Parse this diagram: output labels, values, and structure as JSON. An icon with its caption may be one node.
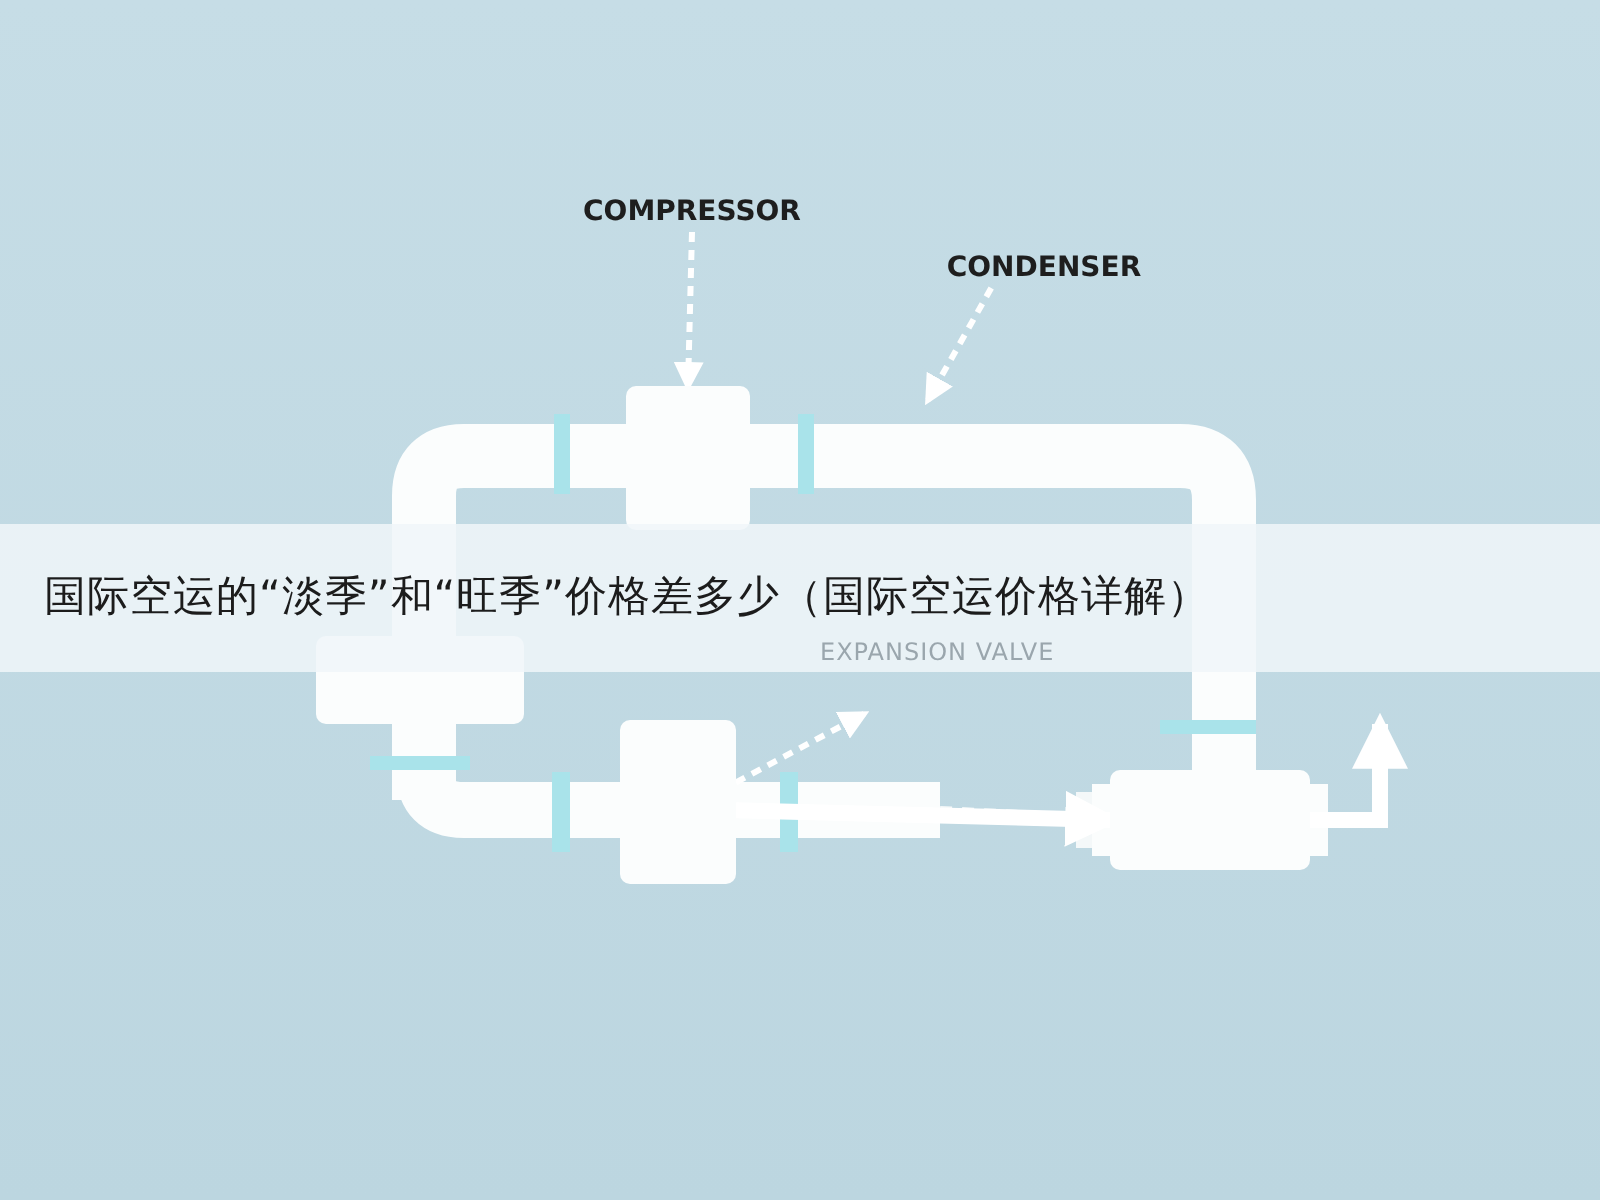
{
  "diagram": {
    "title": "国际空运的“淡季”和“旺季”价格差多少（国际空运价格详解）",
    "nodes": [
      {
        "text": [
          "COMPRESSOR"
        ]
      },
      {
        "text": [],
        "shape": "box"
      },
      {
        "text": [
          "CONDENSER"
        ]
      },
      {
        "text": [],
        "shape": "box"
      },
      {
        "text": [],
        "shape": "box"
      },
      {
        "text": [],
        "shape": "box"
      }
    ],
    "edges": [
      {
        "from": 0,
        "to": 1,
        "arrow": "to",
        "style": "dashed"
      },
      {
        "from": 2,
        "to": null,
        "arrow": "to",
        "style": "dashed"
      },
      {
        "from": 4,
        "to": 5,
        "arrow": "to",
        "style": "thick"
      },
      {
        "from": 4,
        "to": null,
        "arrow": "to",
        "style": "dashed"
      },
      {
        "from": 5,
        "to": null,
        "arrow": "to",
        "style": "thick"
      }
    ],
    "labels": [
      "EXPANSION VALVE"
    ]
  }
}
